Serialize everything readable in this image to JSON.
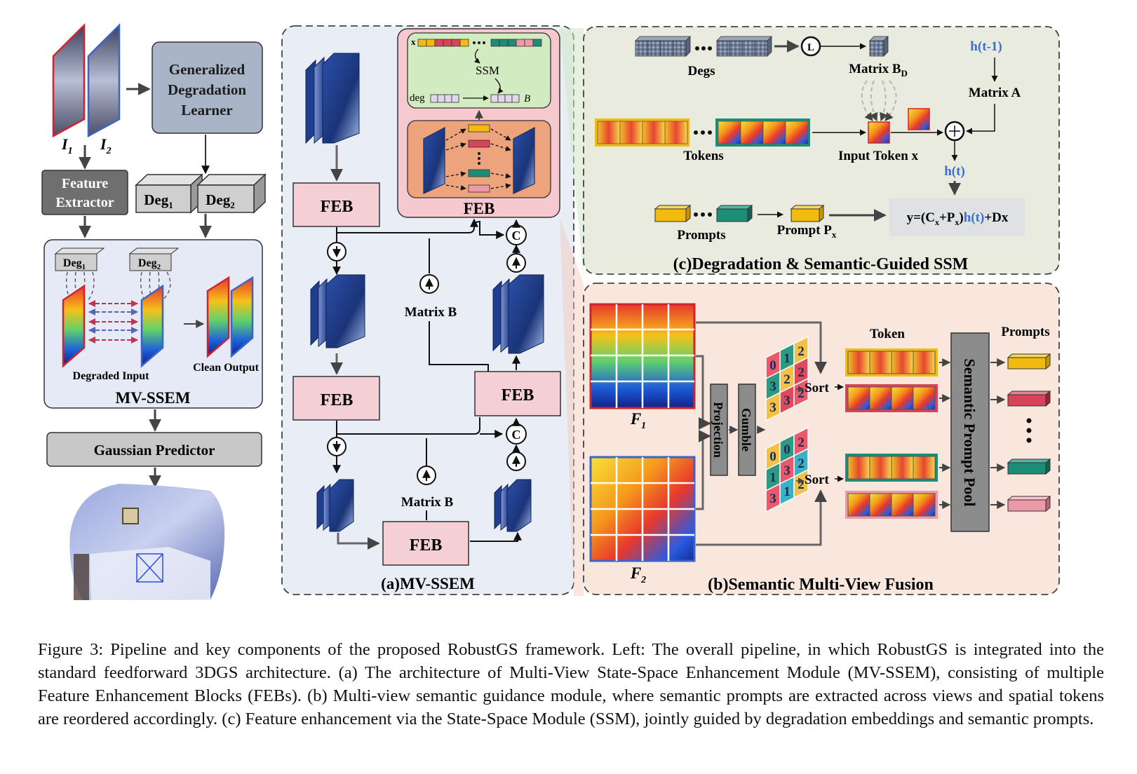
{
  "left": {
    "input_labels": [
      "I",
      "I"
    ],
    "input_subscripts": [
      "1",
      "2"
    ],
    "gdl_lines": [
      "Generalized",
      "Degradation",
      "Learner"
    ],
    "feature_extractor_lines": [
      "Feature",
      "Extractor"
    ],
    "deg_base": "Deg",
    "deg_subs": [
      "1",
      "2"
    ],
    "degraded_input": "Degraded Input",
    "clean_output": "Clean Output",
    "mvssem_title": "MV-SSEM",
    "gaussian_predictor": "Gaussian Predictor"
  },
  "panel_a": {
    "title": "(a)MV-SSEM",
    "feb_label": "FEB",
    "matrix_b": "Matrix B",
    "concat_symbol": "C",
    "inset_ssm": "SSM",
    "inset_deg": "deg",
    "inset_x": "x",
    "inset_b": "B",
    "inset_feb": "FEB"
  },
  "panel_c": {
    "title": "(c)Degradation & Semantic-Guided SSM",
    "degs": "Degs",
    "matrix_bd": "Matrix B",
    "matrix_bd_sub": "D",
    "h_prev": "h(t-1)",
    "matrix_a": "Matrix A",
    "tokens": "Tokens",
    "input_token": "Input Token x",
    "h_t": "h(t)",
    "prompts": "Prompts",
    "prompt_px": "Prompt P",
    "prompt_px_sub": "x",
    "eq_parts": [
      "y=(C",
      "x",
      "+P",
      "x",
      ")",
      "h(t)",
      "+Dx"
    ],
    "linear_symbol": "L"
  },
  "panel_b": {
    "title": "(b)Semantic Multi-View Fusion",
    "f_base": "F",
    "f_subs": [
      "1",
      "2"
    ],
    "projection": "Projection",
    "gumble": "Gumble",
    "sort": "Sort",
    "token": "Token",
    "prompts": "Prompts",
    "pool": "Semantic Prompt Pool",
    "sort_digits_1": [
      "0",
      "1",
      "2",
      "3",
      "2",
      "2",
      "3",
      "3",
      "2"
    ],
    "sort_digits_2": [
      "0",
      "0",
      "2",
      "1",
      "3",
      "2",
      "3",
      "1",
      "2"
    ]
  },
  "caption": "Figure 3: Pipeline and key components of the proposed RobustGS framework. Left: The overall pipeline, in which RobustGS is integrated into the standard feedforward 3DGS architecture. (a) The architecture of Multi-View State-Space Enhancement Module (MV-SSEM), consisting of multiple Feature Enhancement Blocks (FEBs). (b) Multi-view semantic guidance module, where semantic prompts are extracted across views and spatial tokens are reordered accordingly. (c) Feature enhancement via the State-Space Module (SSM), jointly guided by degradation embeddings and semantic prompts.",
  "colors": {
    "gdl_box": "#a9b4c6",
    "gray_box": "#6f6f6f",
    "light_gray": "#c8c8c8",
    "panel_a_bg": "#e8edf6",
    "panel_b_bg": "#f9e6dd",
    "panel_c_bg": "#eaebdf",
    "feb_pink": "#f4cfd6",
    "inset_pink": "#f6c9cf",
    "ssm_green": "#d3ebc0",
    "inset_orange": "#eda47c",
    "block_blue": "#1f3f8e",
    "h_blue": "#3a6fd0",
    "yellow": "#f2bb0f",
    "teal": "#1e8d78",
    "red": "#d9435a",
    "pink_prompt": "#ec9aa8"
  }
}
